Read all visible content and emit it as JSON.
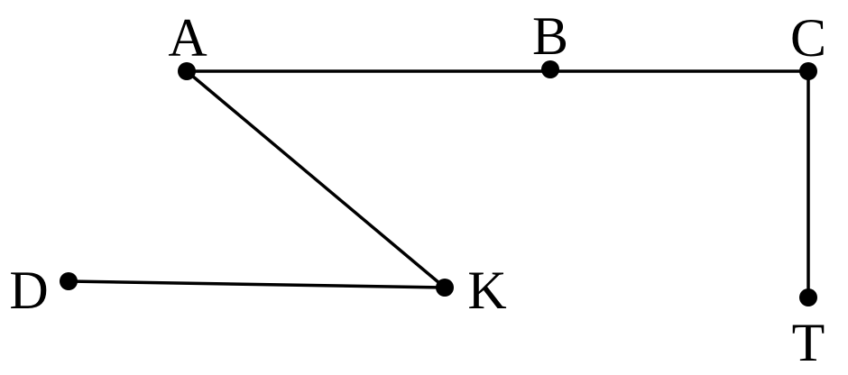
{
  "points": [
    {
      "id": "A",
      "label": "A"
    },
    {
      "id": "B",
      "label": "B"
    },
    {
      "id": "C",
      "label": "C"
    },
    {
      "id": "D",
      "label": "D"
    },
    {
      "id": "K",
      "label": "K"
    },
    {
      "id": "T",
      "label": "T"
    }
  ],
  "segments": [
    {
      "from": "A",
      "to": "C"
    },
    {
      "from": "C",
      "to": "T"
    },
    {
      "from": "A",
      "to": "K"
    },
    {
      "from": "D",
      "to": "K"
    }
  ]
}
